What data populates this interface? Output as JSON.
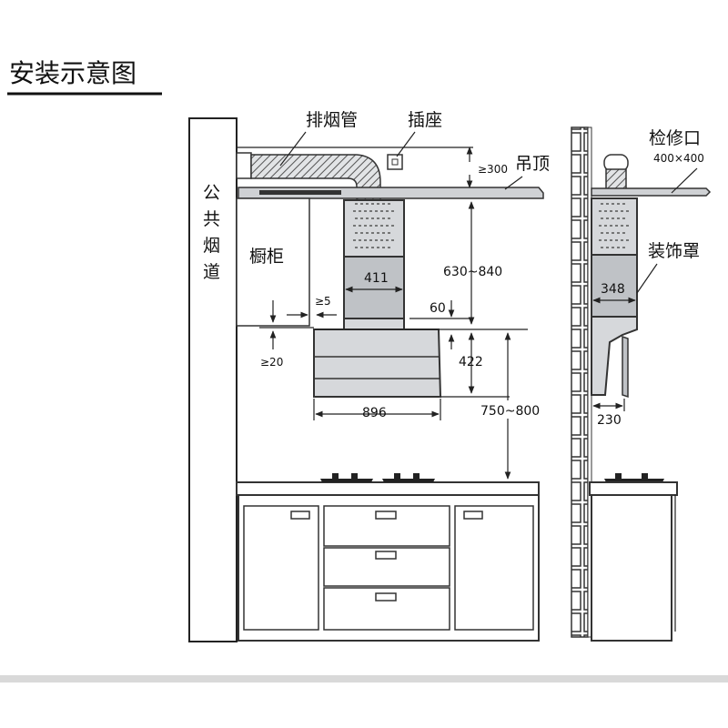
{
  "title": "安装示意图",
  "labels": {
    "duct": "排烟管",
    "socket": "插座",
    "ceiling": "吊顶",
    "flue": [
      "公",
      "共",
      "烟",
      "道"
    ],
    "cabinet": "橱柜",
    "access": "检修口",
    "access_size": "400×400",
    "cover": "装饰罩"
  },
  "dimensions": {
    "d300": "≥300",
    "d411": "411",
    "d630_840": "630~840",
    "d5": "≥5",
    "d60": "60",
    "d20": "≥20",
    "d422": "422",
    "d896": "896",
    "d750_800": "750~800",
    "d348": "348",
    "d230": "230"
  }
}
